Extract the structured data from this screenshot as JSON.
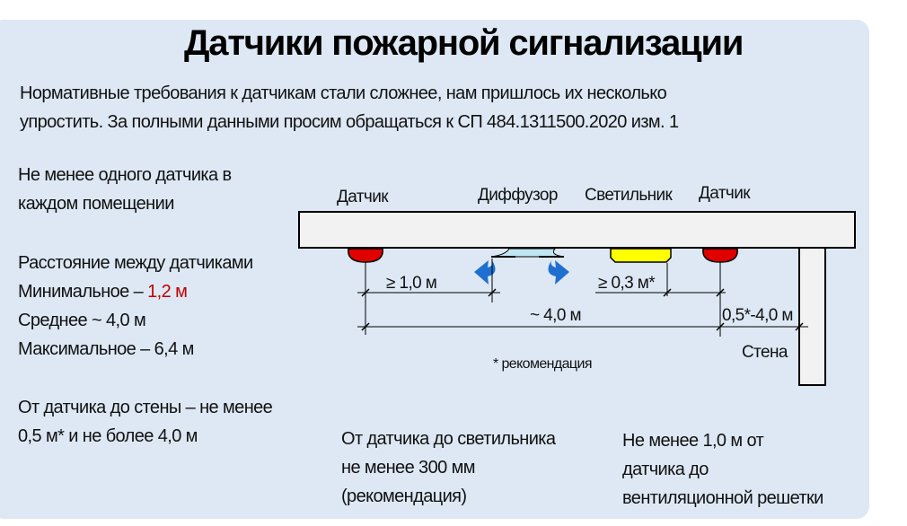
{
  "title": "Датчики пожарной сигнализации",
  "intro": [
    "Нормативные требования к датчикам стали сложнее, нам пришлось их несколько",
    "упростить. За полными данными просим обращаться к СП 484.1311500.2020 изм. 1"
  ],
  "rule_each_room": [
    "Не менее одного датчика в",
    "каждом помещении"
  ],
  "distance": {
    "heading": "Расстояние между датчиками",
    "min_label": "Минимальное – ",
    "min_value": "1,2 м",
    "avg": "Среднее ~ 4,0 м",
    "max": "Максимальное – 6,4 м"
  },
  "wall_rule": [
    "От датчика до стены – не менее",
    "0,5 м* и не более 4,0 м"
  ],
  "light_rule": [
    "От датчика до светильника",
    "не менее 300 мм",
    "(рекомендация)"
  ],
  "vent_rule": [
    "Не менее 1,0 м  от",
    "датчика до",
    "вентиляционной решетки"
  ],
  "diagram": {
    "labels": {
      "sensor1": "Датчик",
      "diffuser": "Диффузор",
      "light": "Светильник",
      "sensor2": "Датчик",
      "wall": "Стена"
    },
    "dims": {
      "diffuser": "≥ 1,0 м",
      "light": "≥ 0,3 м*",
      "between": "~ 4,0 м",
      "wall": "0,5*-4,0 м"
    },
    "footnote": "* рекомендация",
    "colors": {
      "sensor": "#e00000",
      "light": "#ffff00",
      "diffuser": "#bfe6f2",
      "arrow": "#1f6fd0",
      "ceiling": "#f2f2f2",
      "panel": "#dde8f4"
    }
  }
}
